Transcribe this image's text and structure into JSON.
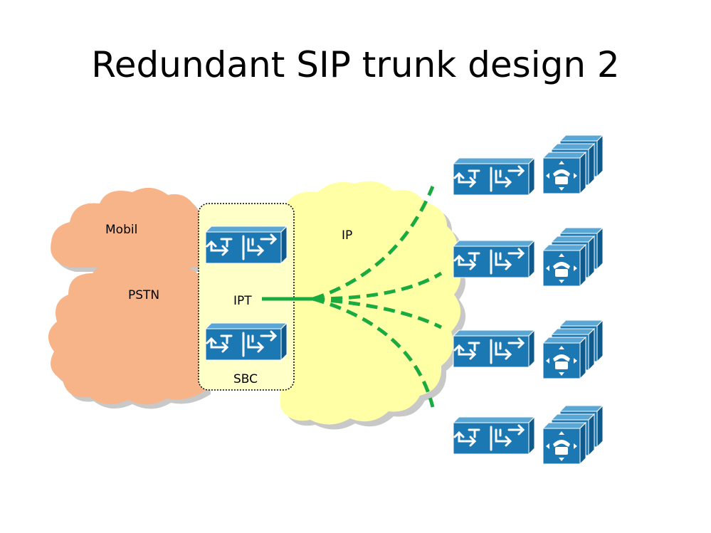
{
  "title": "Redundant SIP trunk design 2",
  "labels": {
    "mobil": "Mobil",
    "pstn": "PSTN",
    "ip": "IP",
    "ipt": "IPT",
    "sbc": "SBC"
  },
  "colors": {
    "pstn_cloud": "#F7B488",
    "ip_cloud": "#FFFFA6",
    "sbc_box": "#FFFFC8",
    "device_blue": "#1B78B3",
    "link_green": "#1AAB40"
  },
  "icons": {
    "router": "router-icon",
    "phone_stack": "ip-phone-stack-icon"
  }
}
